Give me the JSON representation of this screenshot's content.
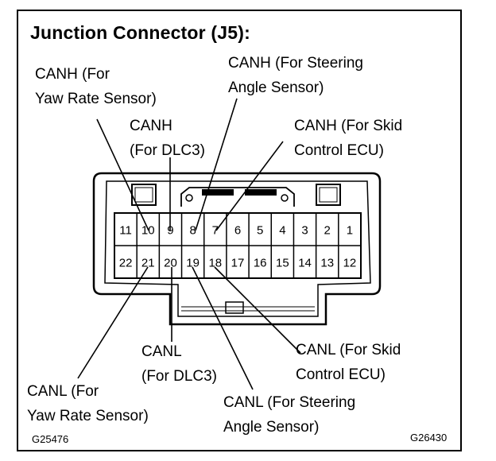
{
  "title": "Junction Connector (J5):",
  "top_labels": {
    "canh_yaw": [
      "CANH (For",
      "Yaw Rate Sensor)"
    ],
    "canh_steering": [
      "CANH (For Steering",
      "Angle Sensor)"
    ],
    "canh_dlc3": [
      "CANH",
      "(For DLC3)"
    ],
    "canh_skid": [
      "CANH (For Skid",
      "Control ECU)"
    ]
  },
  "bottom_labels": {
    "canl_dlc3": [
      "CANL",
      "(For DLC3)"
    ],
    "canl_skid": [
      "CANL (For Skid",
      "Control ECU)"
    ],
    "canl_yaw": [
      "CANL (For",
      "Yaw Rate Sensor)"
    ],
    "canl_steering": [
      "CANL (For Steering",
      "Angle Sensor)"
    ]
  },
  "connector": {
    "top_row": [
      "11",
      "10",
      "9",
      "8",
      "7",
      "6",
      "5",
      "4",
      "3",
      "2",
      "1"
    ],
    "bottom_row": [
      "22",
      "21",
      "20",
      "19",
      "18",
      "17",
      "16",
      "15",
      "14",
      "13",
      "12"
    ]
  },
  "codes": {
    "left": "G25476",
    "right": "G26430"
  }
}
